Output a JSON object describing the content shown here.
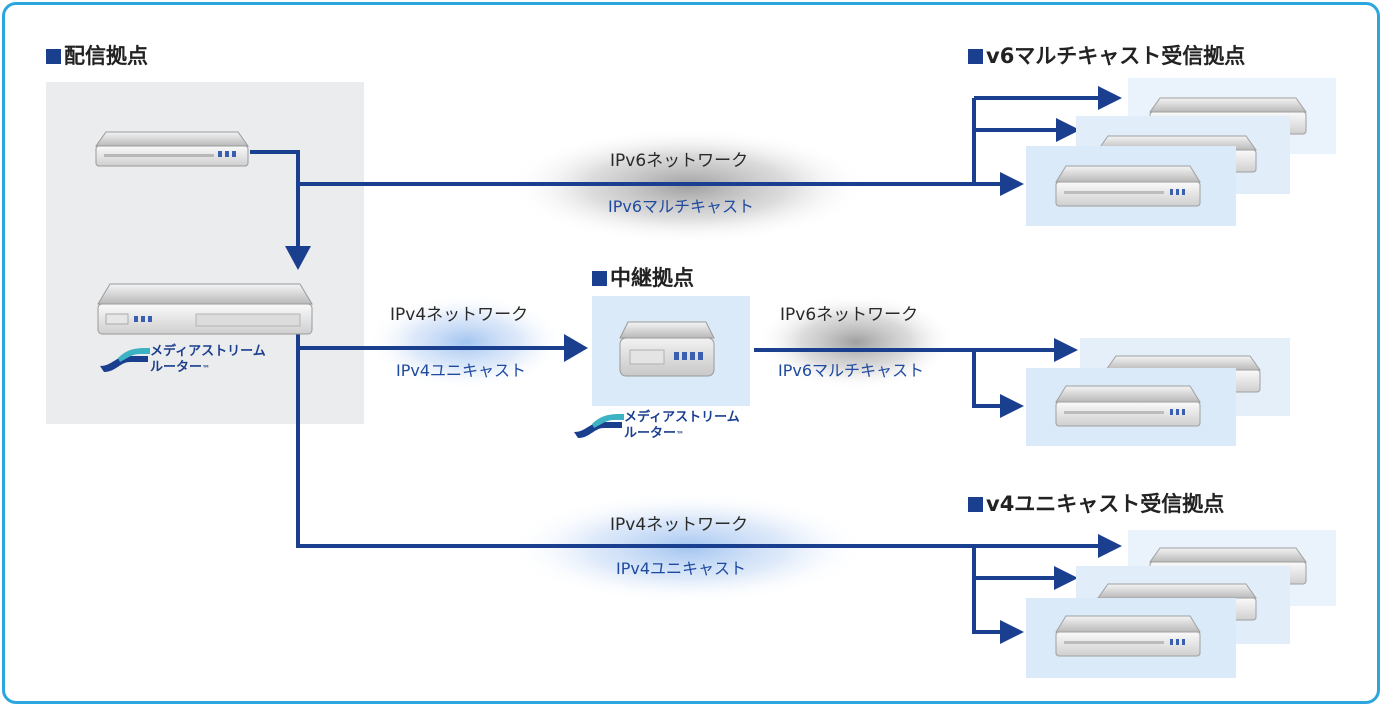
{
  "headings": {
    "distribution": "配信拠点",
    "v6_receivers": "v6マルチキャスト受信拠点",
    "relay": "中継拠点",
    "v4_receivers": "v4ユニキャスト受信拠点"
  },
  "links": [
    {
      "network": "IPv6ネットワーク",
      "mode": "IPv6マルチキャスト"
    },
    {
      "network": "IPv4ネットワーク",
      "mode": "IPv4ユニキャスト"
    },
    {
      "network": "IPv6ネットワーク",
      "mode": "IPv6マルチキャスト"
    },
    {
      "network": "IPv4ネットワーク",
      "mode": "IPv4ユニキャスト"
    }
  ],
  "logo": {
    "line1": "メディアストリーム",
    "line2": "ルーター",
    "tm": "™"
  },
  "colors": {
    "arrow": "#1b3f8f",
    "frame": "#2ba6de",
    "panel": "#ebeced",
    "receiver_bg": "#daeaf8"
  }
}
